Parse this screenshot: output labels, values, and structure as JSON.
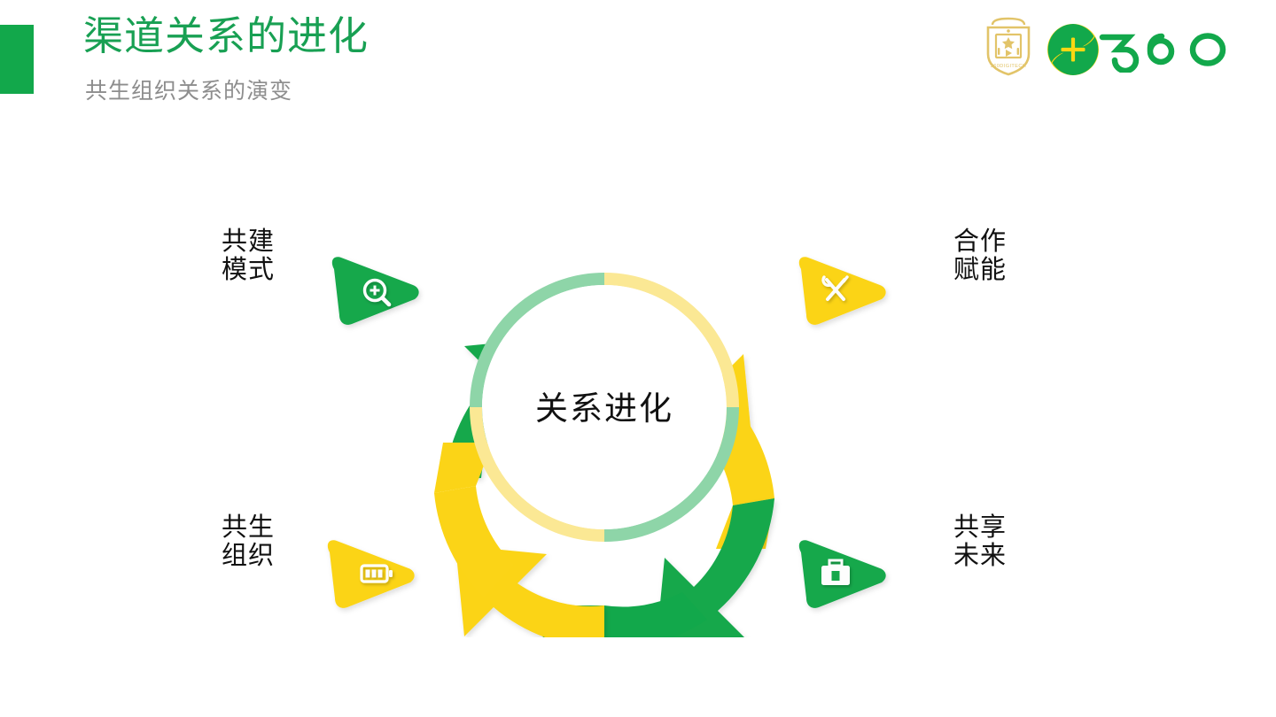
{
  "header": {
    "title": "渠道关系的进化",
    "subtitle": "共生组织关系的演变",
    "accent_color": "#12a84b",
    "title_color": "#18a053",
    "subtitle_color": "#8d8d8d"
  },
  "brand": {
    "badge_name": "360-shield-badge-logo",
    "badge_text": "360DIGITECH",
    "badge_color": "#e2c469",
    "wordmark": "360",
    "wordmark_color": "#12a84b",
    "mark_circle_color": "#fbd713",
    "mark_swirl_color": "#12a84b",
    "mark_plus": "+"
  },
  "diagram": {
    "type": "cycle-ring",
    "center_label": "关系进化",
    "colors": {
      "green": "#12a84b",
      "yellow": "#fbd417",
      "green_light": "#8ed5a8",
      "yellow_light": "#fbe894",
      "white": "#ffffff"
    },
    "ring_segments": [
      {
        "name": "segment-top-left",
        "color": "#12a84b",
        "inner_color": "#8ed5a8"
      },
      {
        "name": "segment-top-right",
        "color": "#fbd417",
        "inner_color": "#fbe894"
      },
      {
        "name": "segment-bottom-right",
        "color": "#12a84b",
        "inner_color": "#8ed5a8"
      },
      {
        "name": "segment-bottom-left",
        "color": "#fbd417",
        "inner_color": "#fbe894"
      }
    ],
    "nodes": [
      {
        "position": "top-left",
        "line1": "共建",
        "line2": "模式",
        "shape": "rounded-triangle-right",
        "color": "#12a84b",
        "icon": "magnifier-plus-icon"
      },
      {
        "position": "top-right",
        "line1": "合作",
        "line2": "赋能",
        "shape": "rounded-triangle-right",
        "color": "#fbd417",
        "icon": "tools-wrench-screwdriver-icon"
      },
      {
        "position": "bottom-left",
        "line1": "共生",
        "line2": "组织",
        "shape": "rounded-triangle-right",
        "color": "#fbd417",
        "icon": "battery-icon"
      },
      {
        "position": "bottom-right",
        "line1": "共享",
        "line2": "未来",
        "shape": "rounded-triangle-right",
        "color": "#12a84b",
        "icon": "briefcase-icon"
      }
    ]
  }
}
